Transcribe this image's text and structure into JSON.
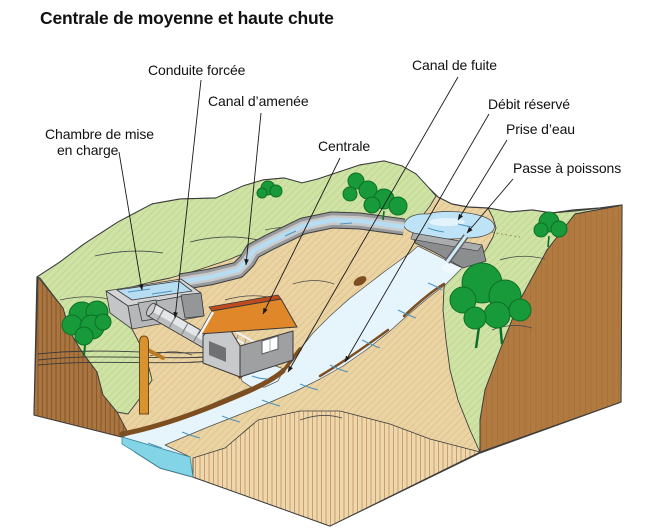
{
  "title": "Centrale de moyenne et haute chute",
  "labels": {
    "chambre_line1": "Chambre de mise",
    "chambre_line2": "en charge",
    "conduite": "Conduite forcée",
    "amenee": "Canal d’amenée",
    "centrale": "Centrale",
    "fuite": "Canal de fuite",
    "debit": "Débit réservé",
    "prise": "Prise d’eau",
    "passe": "Passe à poissons"
  },
  "colors": {
    "hill_green": "#cfe3a6",
    "slope_tan": "#ebd4a4",
    "cut_face_tan": "#eed7ad",
    "cliff_brown": "#b17a41",
    "left_face_brown": "#a97540",
    "river_water": "#e6f4fb",
    "pond_water": "#bfe3f6",
    "river_cross_section": "#82d4e6",
    "bank_brown": "#7d4e1f",
    "concrete_gray": "#9ea0a2",
    "roof_orange": "#e0872a",
    "roof_trim_red": "#bf4a1d",
    "tree_green": "#18993a",
    "pole_orange": "#d8922f",
    "leader_line": "#1a1a1a"
  }
}
